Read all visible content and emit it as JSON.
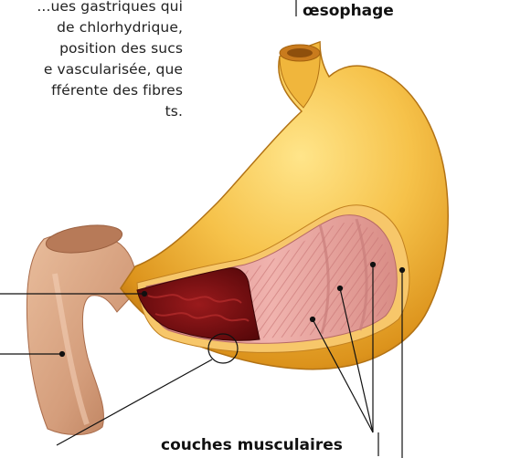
{
  "intro_text": "...ues gastriques qui\nde chlorhydrique,\nposition des sucs\ne vascularisée, que\nfférente des fibres\nts.",
  "labels": {
    "esophagus": "œsophage",
    "muscle_layers": "couches musculaires"
  },
  "colors": {
    "stomach_outer": "#e9a92a",
    "stomach_highlight": "#ffe27a",
    "mucosa_dark": "#7a0f12",
    "muscle_pink": "#e8a3a0",
    "intestine": "#d6a07f",
    "leader_line": "#111111"
  }
}
